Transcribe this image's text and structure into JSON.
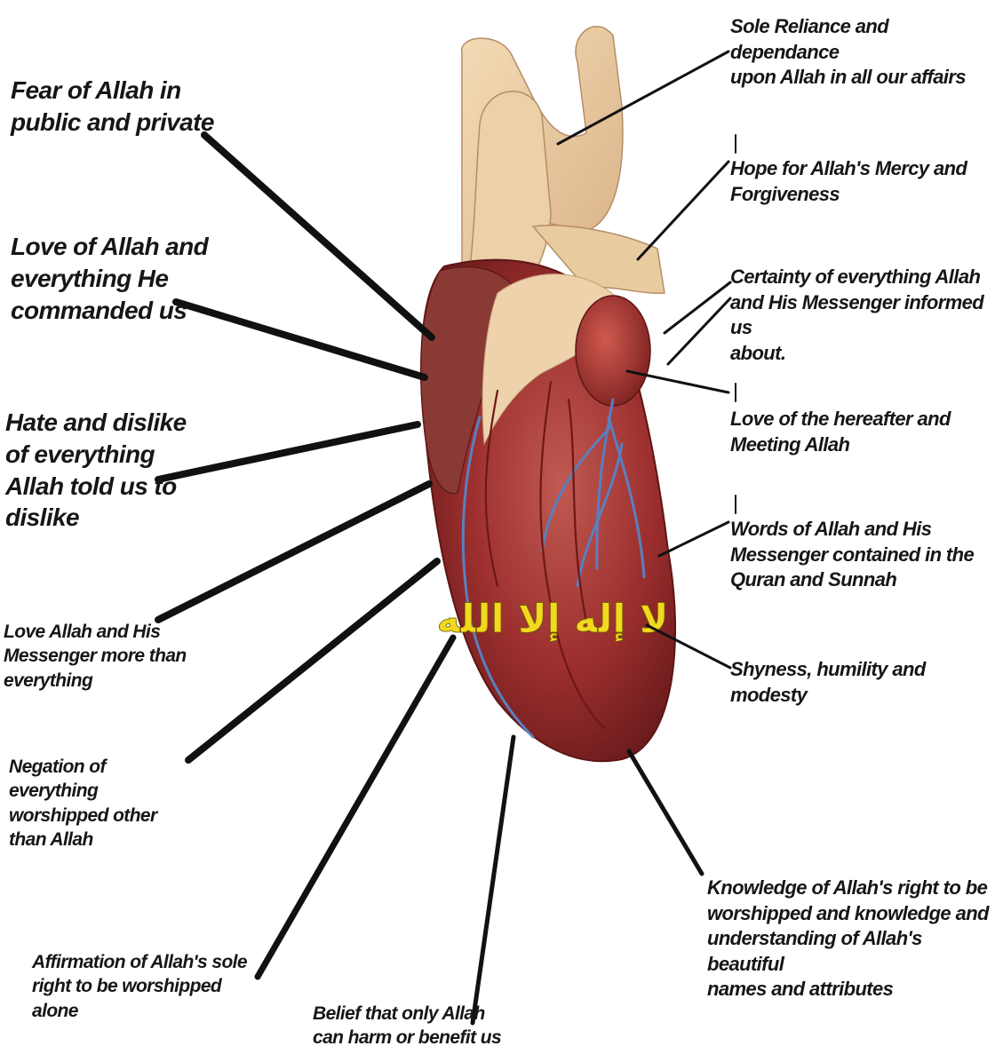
{
  "inscription": "لا إله إلا الله",
  "colors": {
    "leader_line": "#111111",
    "label_text": "#161616",
    "inscription": "#f2d91f",
    "heart_muscle": "#9c2f2e",
    "heart_fat": "#e8c9a0",
    "vessel_blue": "#5a7fc0"
  },
  "labels": {
    "fear": "Fear of Allah in\npublic and private",
    "love_commanded": "Love of Allah and\neverything He\ncommanded us",
    "hate": "Hate and dislike\nof everything\nAllah told us to\ndislike",
    "love_more": "Love Allah and His\nMessenger more than\neverything",
    "negation": "Negation of\neverything\nworshipped other\nthan Allah",
    "affirmation": "Affirmation of Allah's sole\nright to be worshipped\nalone",
    "belief": "Belief that only Allah\ncan harm or benefit us",
    "reliance": "Sole Reliance and dependance\nupon Allah in all our affairs",
    "hope": "Hope for Allah's Mercy and\nForgiveness",
    "certainty": "Certainty of everything Allah\nand His Messenger informed us\nabout.",
    "hereafter": "Love of the hereafter and\nMeeting Allah",
    "words": "Words of Allah and His\nMessenger contained in the\nQuran and Sunnah",
    "shyness": "Shyness, humility and modesty",
    "knowledge": "Knowledge of Allah's right to be\nworshipped and knowledge and\nunderstanding of Allah's beautiful\nnames and attributes"
  }
}
